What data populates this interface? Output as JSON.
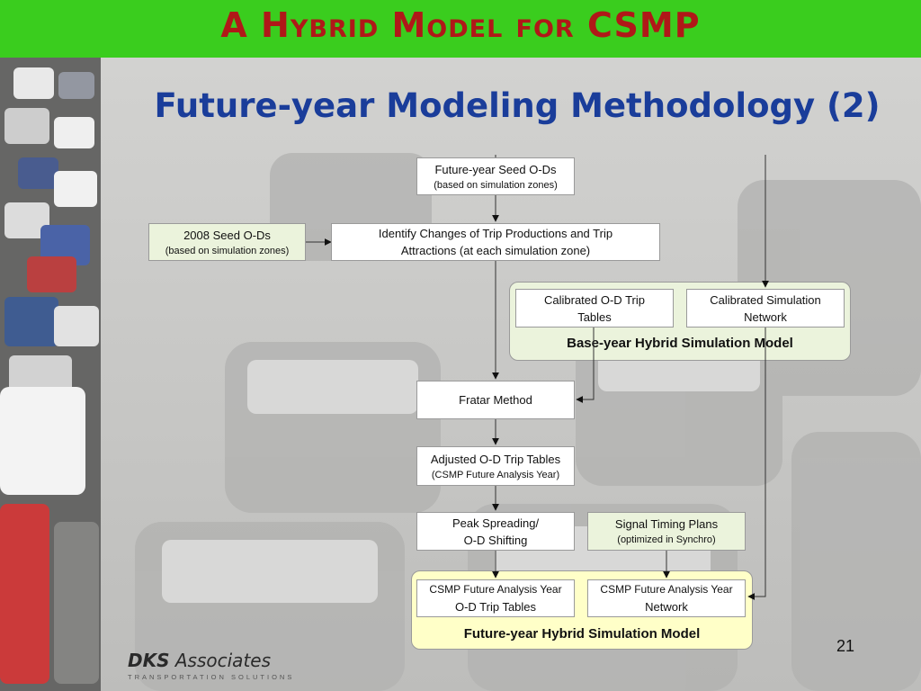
{
  "banner": {
    "title": "A Hybrid Model for CSMP"
  },
  "slide": {
    "title": "Future-year Modeling Methodology (2)",
    "page_number": "21"
  },
  "logo": {
    "brand_bold": "DKS",
    "brand_rest": "Associates",
    "tagline": "TRANSPORTATION SOLUTIONS"
  },
  "flow": {
    "future_seed": {
      "line1": "Future-year Seed O-Ds",
      "line2": "(based on simulation zones)"
    },
    "seed_2008": {
      "line1": "2008 Seed O-Ds",
      "line2": "(based on simulation zones)"
    },
    "identify": {
      "line1": "Identify Changes of Trip Productions and Trip",
      "line2": "Attractions (at each simulation zone)"
    },
    "calib_od": {
      "line1": "Calibrated O-D Trip",
      "line2": "Tables"
    },
    "calib_net": {
      "line1": "Calibrated Simulation",
      "line2": "Network"
    },
    "base_group": {
      "label": "Base-year Hybrid Simulation Model"
    },
    "fratar": {
      "label": "Fratar Method"
    },
    "adjusted": {
      "line1": "Adjusted O-D Trip Tables",
      "line2": "(CSMP Future Analysis Year)"
    },
    "peak": {
      "line1": "Peak Spreading/",
      "line2": "O-D Shifting"
    },
    "signal": {
      "line1": "Signal Timing Plans",
      "line2": "(optimized in Synchro)"
    },
    "future_od": {
      "line1": "CSMP Future Analysis Year",
      "line2": "O-D Trip Tables"
    },
    "future_net": {
      "line1": "CSMP Future Analysis Year",
      "line2": "Network"
    },
    "future_group": {
      "label": "Future-year Hybrid Simulation Model"
    }
  },
  "colors": {
    "banner": "#3acd1e",
    "banner_text": "#b01818",
    "title": "#1a3d9a",
    "green_box": "#ebf3dc",
    "yellow_box": "#ffffc8"
  }
}
